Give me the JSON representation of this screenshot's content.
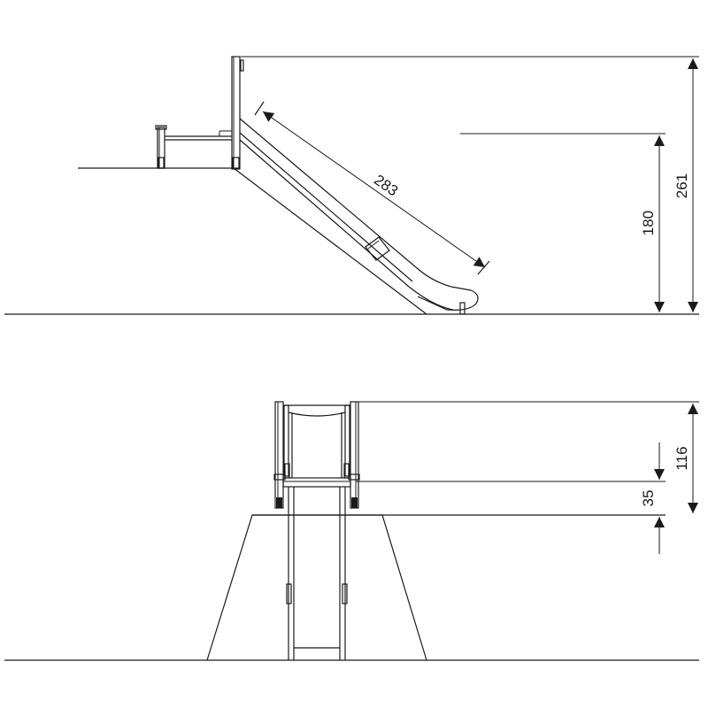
{
  "dimensions": {
    "slide_length": "283",
    "slide_height": "180",
    "total_height": "261",
    "front_total_height": "116",
    "front_side_height": "35"
  },
  "colors": {
    "line": "#1a1a1a",
    "background": "#ffffff"
  }
}
